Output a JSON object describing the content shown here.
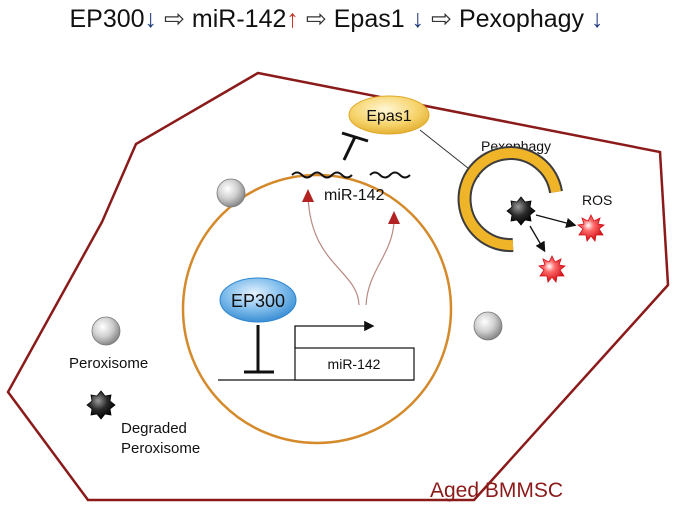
{
  "header": {
    "items": [
      {
        "label": "EP300",
        "arrow": "↓",
        "dir": "down"
      },
      {
        "label": "miR-142",
        "arrow": "↑",
        "dir": "up"
      },
      {
        "label": "Epas1",
        "arrow": "↓",
        "dir": "down"
      },
      {
        "label": "Pexophagy",
        "arrow": "↓",
        "dir": "down"
      }
    ],
    "separator": "⇨"
  },
  "diagram": {
    "cell_label": "Aged BMMSC",
    "epas1_label": "Epas1",
    "pexophagy_label": "Pexophagy",
    "ros_label": "ROS",
    "mirna_label": "miR-142",
    "ep300_label": "EP300",
    "gene_label": "miR-142",
    "legend": {
      "peroxisome_label": "Peroxisome",
      "degraded_line1": "Degraded",
      "degraded_line2": "Peroxisome"
    }
  },
  "colors": {
    "cell_border": "#8b1a1a",
    "nucleus_border": "#d4892a",
    "epas1_fill": "#f6d36a",
    "ep300_fill": "#5aa8e0",
    "ros": "#e8141b",
    "arrow_red": "#b22222",
    "phagophore": "#f0b429",
    "down_arrow": "#1f3a7a"
  }
}
